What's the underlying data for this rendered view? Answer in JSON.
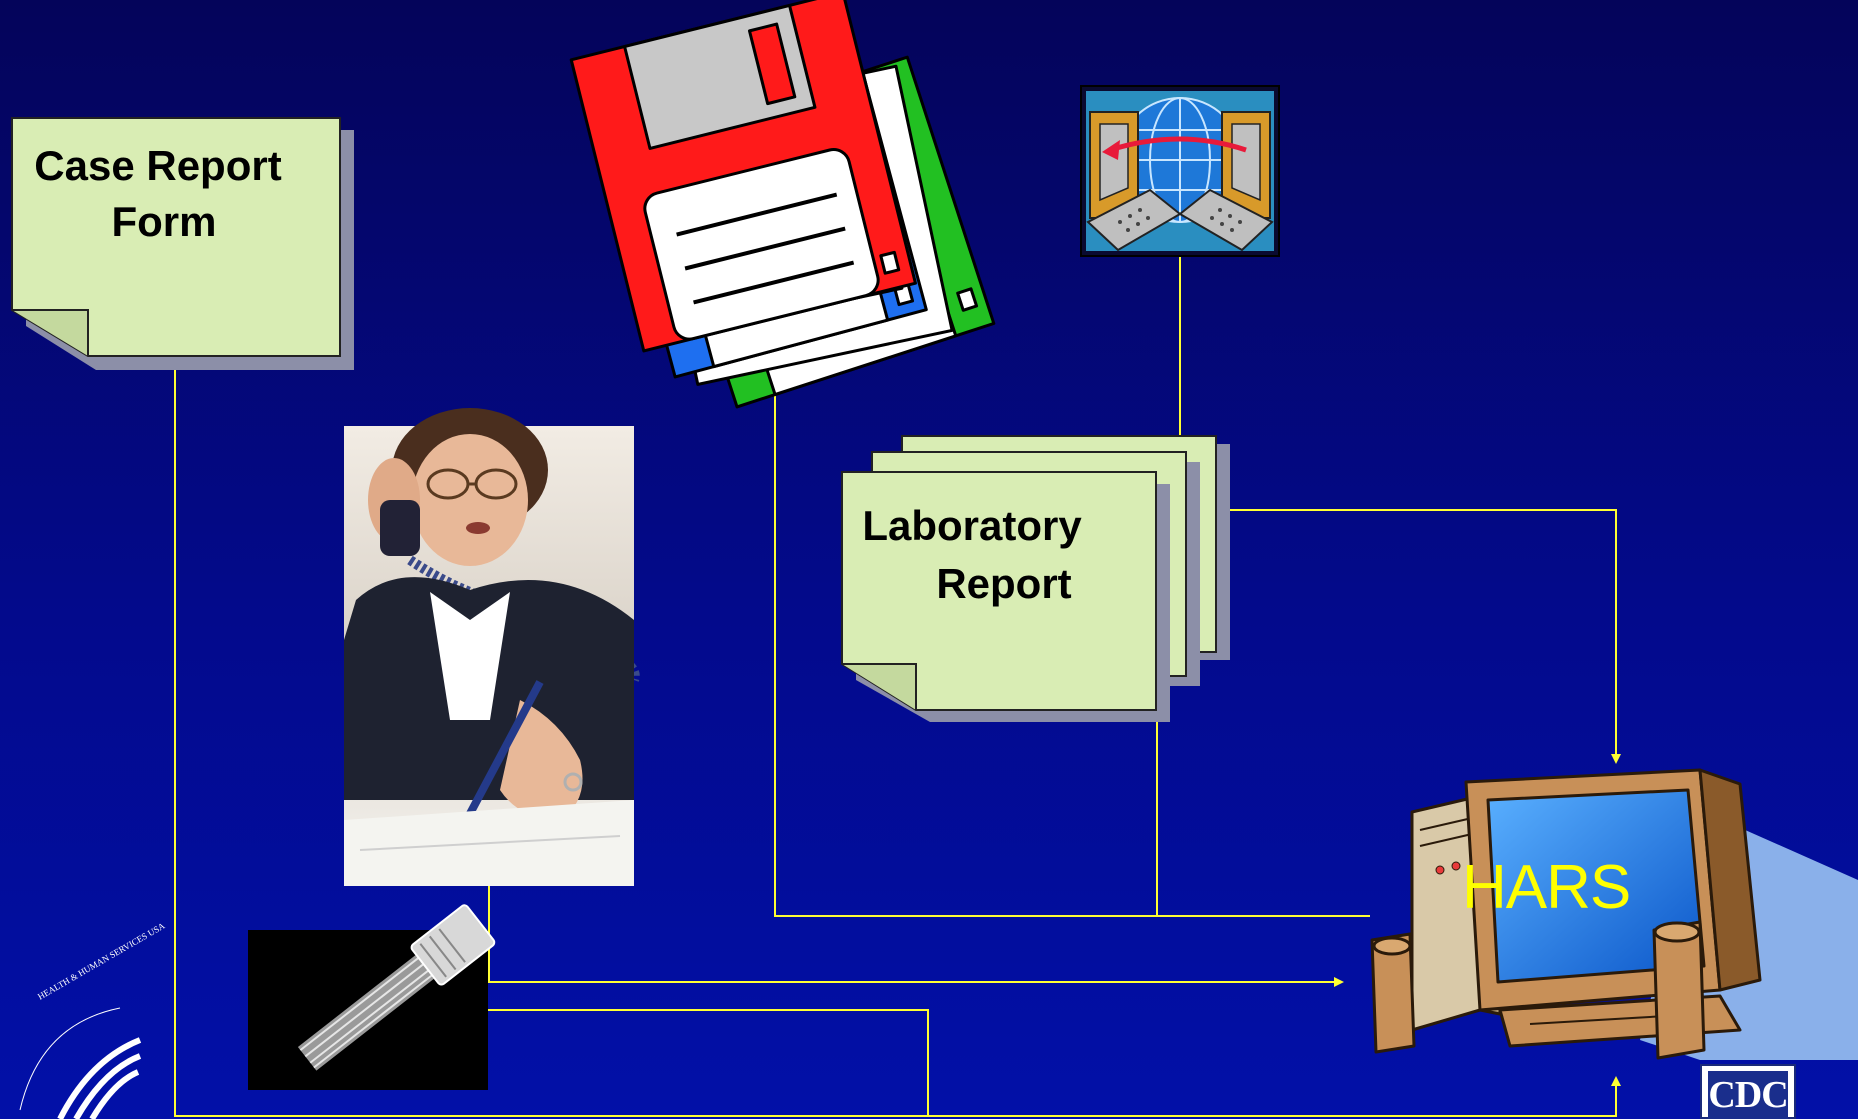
{
  "nodes": {
    "case_report": {
      "line1": "Case Report",
      "line2": "Form"
    },
    "lab_report": {
      "line1": "Laboratory",
      "line2": "Report"
    },
    "hars": {
      "label": "HARS"
    }
  },
  "logos": {
    "cdc": "CDC",
    "hhs_seal": "HEALTH & HUMAN SERVICES USA"
  },
  "icons": [
    "floppy-disks-icon",
    "network-transfer-icon",
    "telephone-cable-icon",
    "computer-icon"
  ],
  "colors": {
    "background": "#03108a",
    "connector": "#ffff33",
    "note_fill": "#d9edb4",
    "note_shadow": "#8c8fa8"
  }
}
